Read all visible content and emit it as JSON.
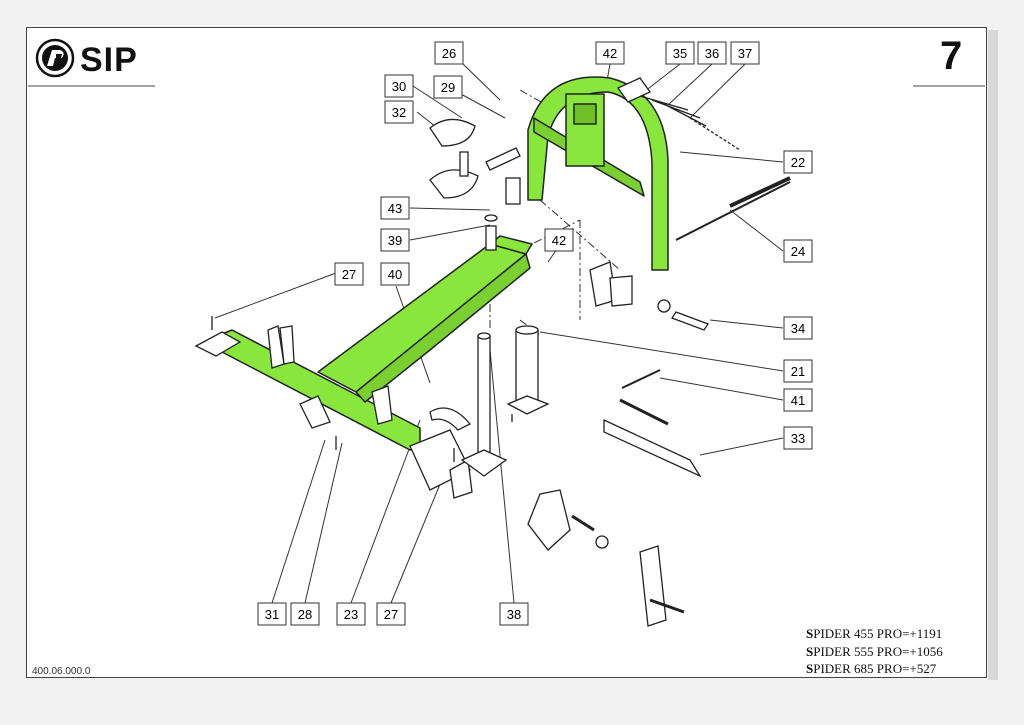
{
  "header": {
    "brand": "SIP",
    "page_number": "7"
  },
  "footer": {
    "document_code": "400.06.000.0",
    "models": [
      {
        "initial": "S",
        "text": "PIDER 455 PRO=+1191"
      },
      {
        "initial": "S",
        "text": "PIDER 555 PRO=+1056"
      },
      {
        "initial": "S",
        "text": "PIDER 685 PRO=+527"
      }
    ]
  },
  "colors": {
    "highlight": "#88e63c",
    "line": "#222222",
    "frame": "#444444"
  },
  "callouts": {
    "c26": "26",
    "c42a": "42",
    "c35": "35",
    "c36": "36",
    "c37": "37",
    "c30": "30",
    "c29": "29",
    "c32": "32",
    "c22": "22",
    "c43": "43",
    "c39": "39",
    "c42b": "42",
    "c24": "24",
    "c27a": "27",
    "c40": "40",
    "c34": "34",
    "c21": "21",
    "c41": "41",
    "c33": "33",
    "c31": "31",
    "c28": "28",
    "c23": "23",
    "c27b": "27",
    "c38": "38"
  }
}
